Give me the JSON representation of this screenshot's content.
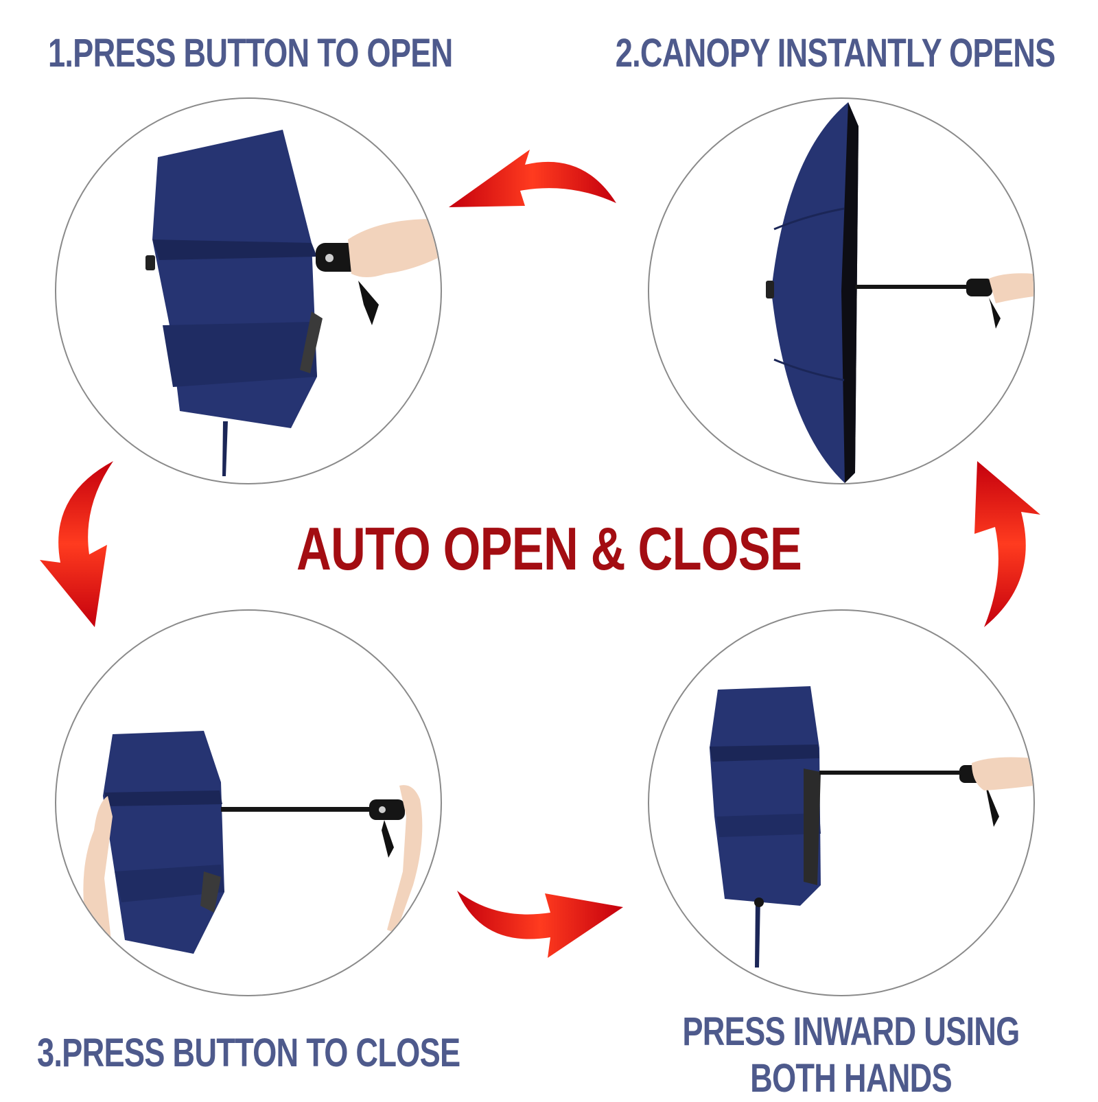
{
  "title": "AUTO OPEN & CLOSE",
  "steps": [
    {
      "label": "1.PRESS BUTTON TO OPEN"
    },
    {
      "label": "2.CANOPY INSTANTLY OPENS"
    },
    {
      "label": "3.PRESS BUTTON TO CLOSE"
    },
    {
      "label": "PRESS INWARD USING BOTH HANDS"
    }
  ],
  "colors": {
    "caption": "#4e5a8c",
    "title": "#a30d12",
    "arrow_light": "#ff3b1f",
    "arrow_dark": "#c4000d",
    "canopy": "#263472",
    "canopy_dark": "#1b2657",
    "skin": "#f2d3bc"
  },
  "icons": {
    "arrow_top": "curved-arrow-left-icon",
    "arrow_left": "curved-arrow-down-icon",
    "arrow_bottom": "curved-arrow-right-icon",
    "arrow_right": "curved-arrow-up-icon"
  }
}
